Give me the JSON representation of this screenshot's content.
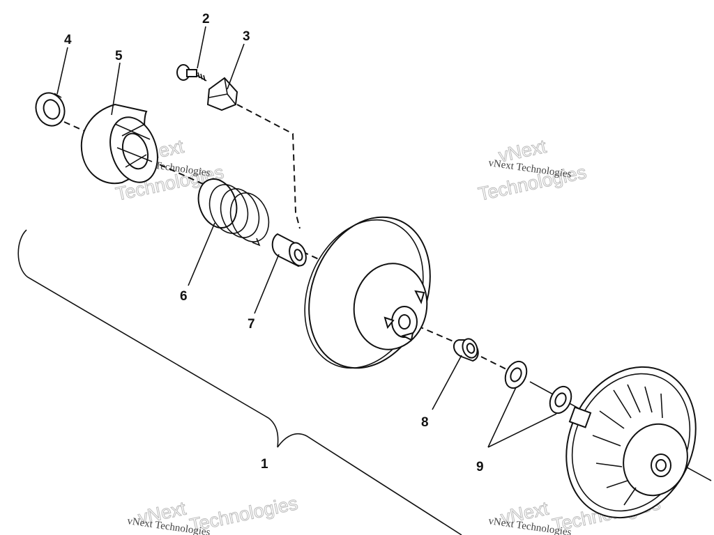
{
  "callouts": {
    "c1": "1",
    "c2": "2",
    "c3": "3",
    "c4": "4",
    "c5": "5",
    "c6": "6",
    "c7": "7",
    "c8": "8",
    "c9": "9"
  },
  "watermark": {
    "line1": "vNext Technologies",
    "line2": "vNext",
    "line3": "Technologies"
  }
}
